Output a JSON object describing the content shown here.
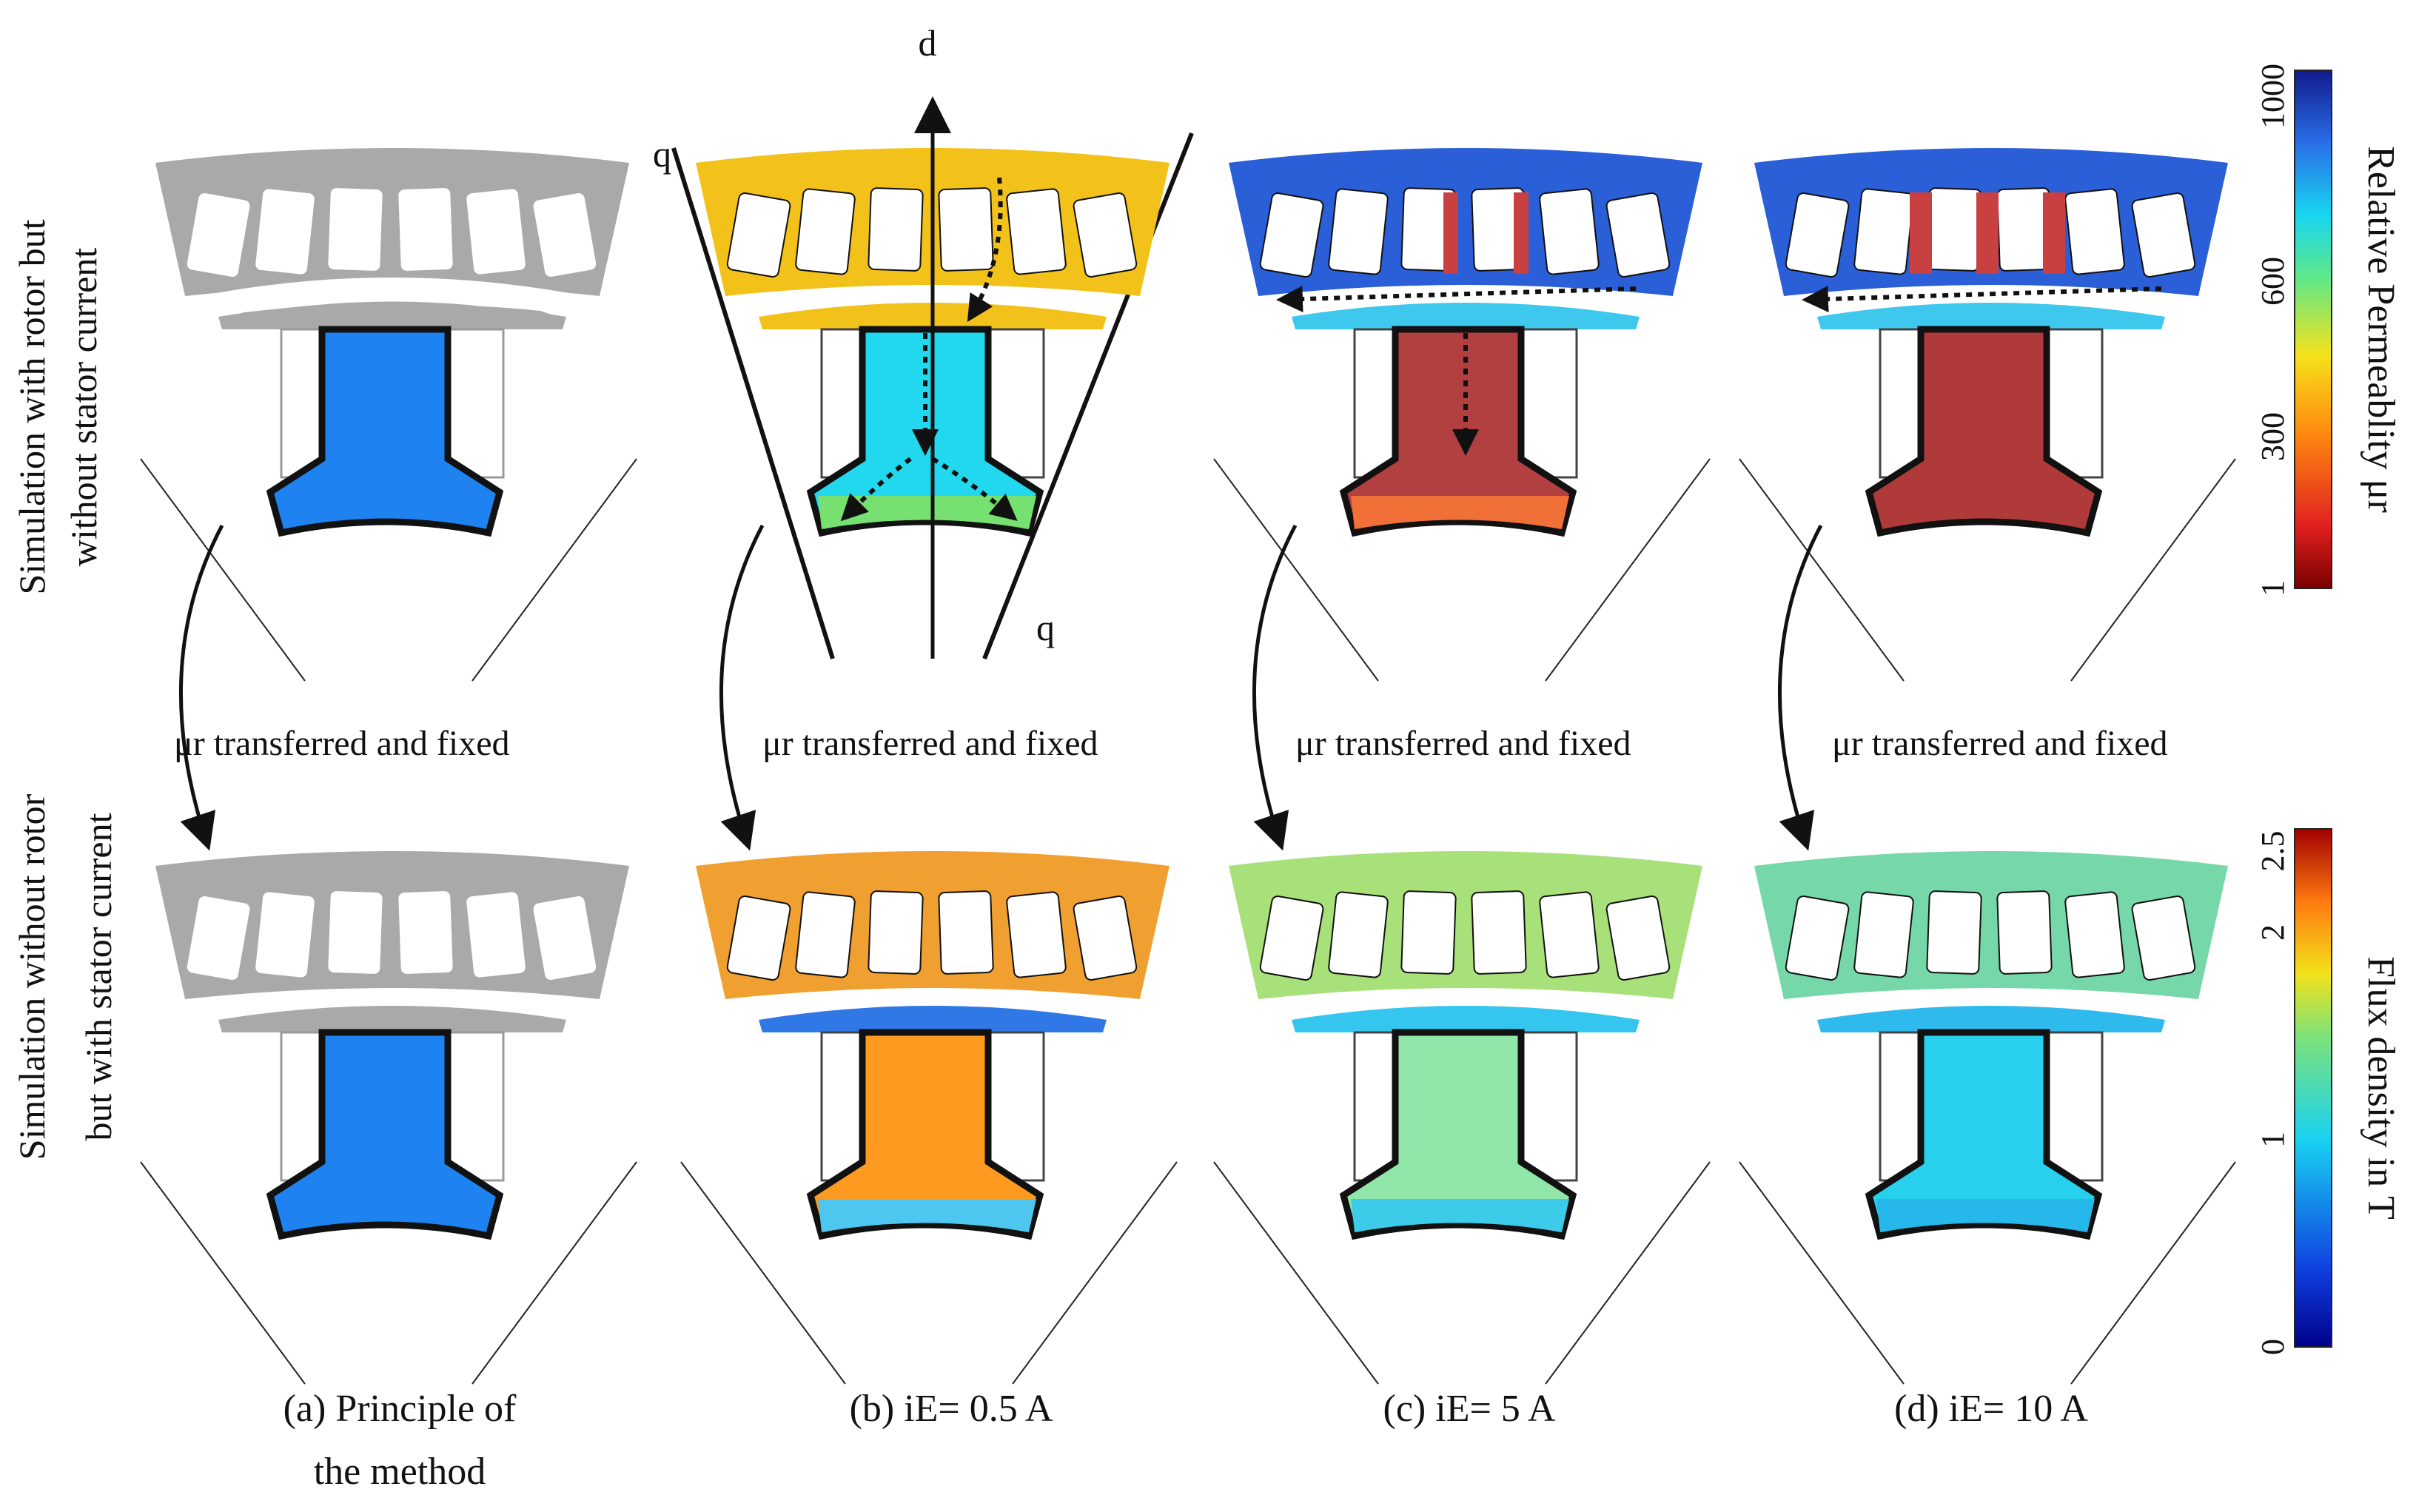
{
  "row_labels": {
    "top": [
      "Simulation with rotor but",
      "without stator current"
    ],
    "bottom": [
      "Simulation without rotor",
      "but with stator current"
    ]
  },
  "transfer_label": "μr transferred and fixed",
  "axis_labels": {
    "d": "d",
    "q_left": "q",
    "q_right": "q"
  },
  "captions": {
    "a": [
      "(a)  Principle of",
      "the method"
    ],
    "b": "(b) iE= 0.5 A",
    "c": "(c) iE= 5 A",
    "d": "(d) iE= 10 A"
  },
  "colorbar_top": {
    "title": "Relative Permeablity μr",
    "ticks": [
      "1",
      "300",
      "600",
      "1000"
    ]
  },
  "colorbar_bottom": {
    "title": "Flux density in T",
    "ticks": [
      "0",
      "1",
      "2",
      "2.5"
    ]
  },
  "colors": {
    "gray_geometry": "#a9a9a9",
    "blue_geometry": "#1e82f0",
    "outline": "#111111"
  },
  "panels": {
    "top_b": {
      "stator": "#f2c21a",
      "pole": "#21d8ee",
      "shoe": "#76e070"
    },
    "top_c": {
      "stator": "#2a5fd8",
      "pole": "#b24040",
      "shoe": "#f07038"
    },
    "top_d": {
      "stator": "#2a5fd8",
      "pole": "#b03a3a",
      "shoe": "#c94a3a"
    },
    "bottom_b": {
      "stator": "#f0a030",
      "pole": "#ff9a20",
      "shoe": "#4dc6f0"
    },
    "bottom_c": {
      "stator": "#a8e07a",
      "pole": "#8fe6a8",
      "shoe": "#3ccbe8"
    },
    "bottom_d": {
      "stator": "#76d8a8",
      "pole": "#27d0ec",
      "shoe": "#26b8ea"
    }
  }
}
